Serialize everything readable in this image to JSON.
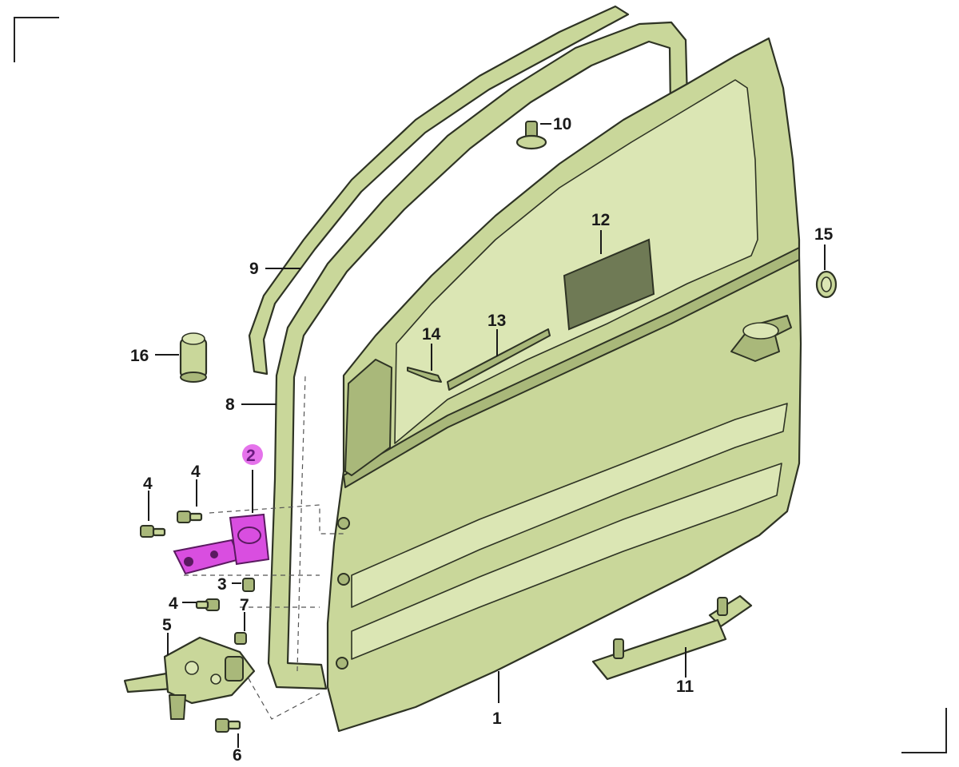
{
  "callouts": [
    {
      "id": "1",
      "text": "1"
    },
    {
      "id": "2",
      "text": "2",
      "highlighted": true
    },
    {
      "id": "3",
      "text": "3"
    },
    {
      "id": "4a",
      "text": "4"
    },
    {
      "id": "4b",
      "text": "4"
    },
    {
      "id": "4c",
      "text": "4"
    },
    {
      "id": "5",
      "text": "5"
    },
    {
      "id": "6",
      "text": "6"
    },
    {
      "id": "7",
      "text": "7"
    },
    {
      "id": "8",
      "text": "8"
    },
    {
      "id": "9",
      "text": "9"
    },
    {
      "id": "10",
      "text": "10"
    },
    {
      "id": "11",
      "text": "11"
    },
    {
      "id": "12",
      "text": "12"
    },
    {
      "id": "13",
      "text": "13"
    },
    {
      "id": "14",
      "text": "14"
    },
    {
      "id": "15",
      "text": "15"
    },
    {
      "id": "16",
      "text": "16"
    }
  ],
  "colors": {
    "part_fill": "#c9d79a",
    "highlight_part": "#d94ee0",
    "highlight_label_bg": "#e05ae8",
    "outline": "#2e3324"
  }
}
